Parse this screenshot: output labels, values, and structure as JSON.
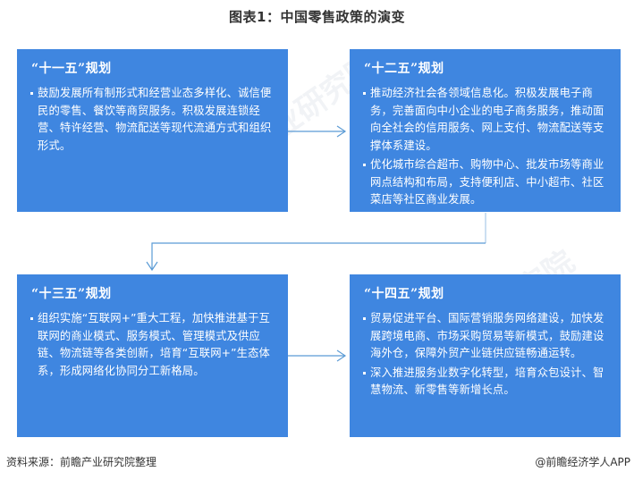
{
  "title": "图表1：中国零售政策的演变",
  "colors": {
    "box_fill": "#3f86e0",
    "box_text": "#ffffff",
    "connector": "#5b9bd5",
    "title_text": "#333333"
  },
  "boxes": [
    {
      "heading": "“十一五”规划",
      "bullets": [
        "鼓励发展所有制形式和经营业态多样化、诚信便民的零售、餐饮等商贸服务。积极发展连锁经营、特许经营、物流配送等现代流通方式和组织形式。"
      ]
    },
    {
      "heading": "“十二五”规划",
      "bullets": [
        "推动经济社会各领域信息化。积极发展电子商务，完善面向中小企业的电子商务服务，推动面向全社会的信用服务、网上支付、物流配送等支撑体系建设。",
        "优化城市综合超市、购物中心、批发市场等商业网点结构和布局，支持便利店、中小超市、社区菜店等社区商业发展。"
      ]
    },
    {
      "heading": "“十三五”规划",
      "bullets": [
        "组织实施“互联网+”重大工程，加快推进基于互联网的商业模式、服务模式、管理模式及供应链、物流链等各类创新，培育“互联网+”生态体系，形成网络化协同分工新格局。"
      ]
    },
    {
      "heading": "“十四五”规划",
      "bullets": [
        "贸易促进平台、国际营销服务网络建设，加快发展跨境电商、市场采购贸易等新模式，鼓励建设海外仓，保障外贸产业链供应链畅通运转。",
        "深入推进服务业数字化转型，培育众包设计、智慧物流、新零售等新增长点。"
      ]
    }
  ],
  "connectors": [
    {
      "from": "“十一五”规划",
      "to": "“十二五”规划",
      "direction": "right"
    },
    {
      "from": "“十二五”规划",
      "to": "“十三五”规划",
      "direction": "down-left-down"
    },
    {
      "from": "“十三五”规划",
      "to": "“十四五”规划",
      "direction": "right"
    }
  ],
  "footer": {
    "source": "资料来源：前瞻产业研究院整理",
    "credit": "@前瞻经济学人APP"
  }
}
